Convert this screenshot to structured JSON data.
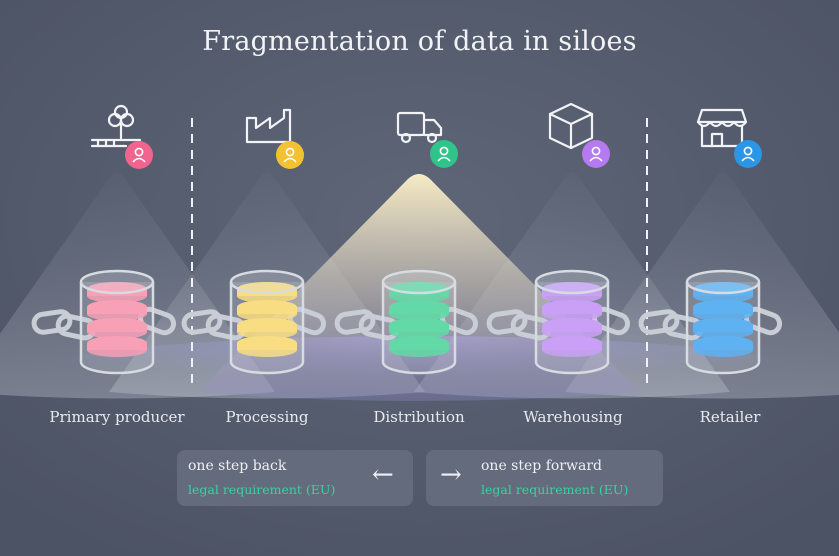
{
  "title": "Fragmentation of data in siloes",
  "stages": [
    {
      "label": "Primary producer",
      "icon": "farm-tree-icon",
      "color": "#f0648e",
      "db_color": "#f7a0b6"
    },
    {
      "label": "Processing",
      "icon": "factory-icon",
      "color": "#f2c233",
      "db_color": "#f8dd82"
    },
    {
      "label": "Distribution",
      "icon": "delivery-truck-icon",
      "color": "#2fc48a",
      "db_color": "#62d9a6"
    },
    {
      "label": "Warehousing",
      "icon": "package-box-icon",
      "color": "#b57af0",
      "db_color": "#c9a0f5"
    },
    {
      "label": "Retailer",
      "icon": "storefront-icon",
      "color": "#2b96e6",
      "db_color": "#5fb2f2"
    }
  ],
  "back": {
    "label": "one step back",
    "sub": "legal requirement (EU)"
  },
  "forward": {
    "label": "one step forward",
    "sub": "legal requirement (EU)"
  },
  "colors": {
    "accent_green": "#38d3a0",
    "background": "#545c6e"
  }
}
